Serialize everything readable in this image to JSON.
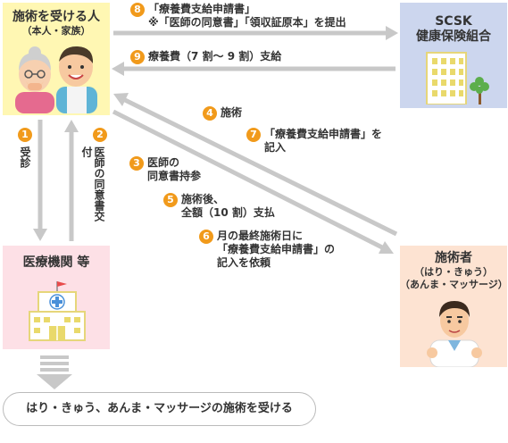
{
  "patient": {
    "title": "施術を受ける人",
    "subtitle": "（本人・家族）"
  },
  "insurer": {
    "title_line1": "SCSK",
    "title_line2": "健康保険組合"
  },
  "clinic": {
    "title": "医療機関 等"
  },
  "practitioner": {
    "title": "施術者",
    "subtitle1": "（はり・きゅう）",
    "subtitle2": "（あんま・マッサージ）"
  },
  "steps": {
    "s1": {
      "num": "1",
      "label": "受診"
    },
    "s2": {
      "num": "2",
      "label": "医師の同意書交付"
    },
    "s3": {
      "num": "3",
      "line1": "医師の",
      "line2": "同意書持参"
    },
    "s4": {
      "num": "4",
      "label": "施術"
    },
    "s5": {
      "num": "5",
      "line1": "施術後、",
      "line2": "全額（10 割）支払"
    },
    "s6": {
      "num": "6",
      "line1": "月の最終施術日に",
      "line2": "「療養費支給申請書」の",
      "line3": "記入を依頼"
    },
    "s7": {
      "num": "7",
      "line1": "「療養費支給申請書」を",
      "line2": "記入"
    },
    "s8": {
      "num": "8",
      "line1": "「療養費支給申請書」",
      "line2": "※「医師の同意書」「領収証原本」を提出"
    },
    "s9": {
      "num": "9",
      "label": "療養費（7 割〜 9 割）支給"
    }
  },
  "result": {
    "label": "はり・きゅう、あんま・マッサージの施術を受ける"
  },
  "colors": {
    "accent": "#f19a1b",
    "arrow": "#c8c8c8",
    "patient_bg": "#fff7b3",
    "insurer_bg": "#ccd6ee",
    "clinic_bg": "#fde0e6",
    "practitioner_bg": "#fde3d2"
  }
}
